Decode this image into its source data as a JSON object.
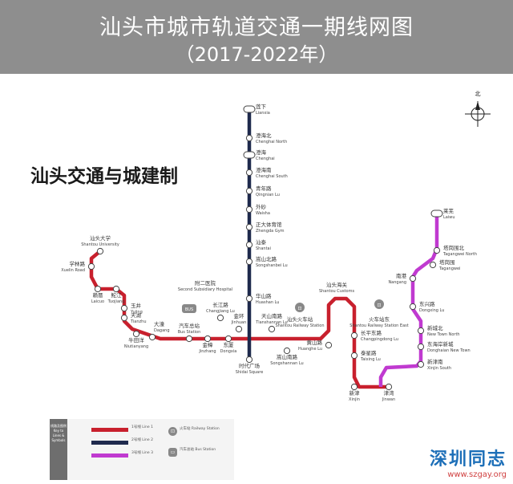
{
  "header": {
    "title": "汕头市城市轨道交通一期线网图",
    "subtitle": "（2017-2022年）"
  },
  "brand_text": "汕头交通与城建制",
  "compass": {
    "label": "北"
  },
  "colors": {
    "line1": "#1f2a4d",
    "line2": "#c8202d",
    "line3": "#c03ad0",
    "header": "#8e8e8e"
  },
  "stations": [
    {
      "id": "lianxia",
      "zh": "莲下",
      "en": "Lianxia"
    },
    {
      "id": "chenghai_north",
      "zh": "澄海北",
      "en": "Chenghai North"
    },
    {
      "id": "chenghai",
      "zh": "澄海",
      "en": "Chenghai"
    },
    {
      "id": "chenghai_south",
      "zh": "澄海南",
      "en": "Chenghai South"
    },
    {
      "id": "qingnian",
      "zh": "青年路",
      "en": "Qingnian Lu"
    },
    {
      "id": "waisha",
      "zh": "外砂",
      "en": "Waisha"
    },
    {
      "id": "zhengda",
      "zh": "正大体育馆",
      "en": "Zhengda Gym"
    },
    {
      "id": "shantai",
      "zh": "汕泰",
      "en": "Shantai"
    },
    {
      "id": "songshanbei",
      "zh": "嵩山北路",
      "en": "Songshanbei Lu"
    },
    {
      "id": "huashan",
      "zh": "华山路",
      "en": "Huashan Lu"
    },
    {
      "id": "shantou_univ",
      "zh": "汕头大学",
      "en": "Shantou University"
    },
    {
      "id": "xuelin",
      "zh": "学林路",
      "en": "Xuelin Road"
    },
    {
      "id": "laicuo",
      "zh": "赖厝",
      "en": "Laicuo"
    },
    {
      "id": "tuojiang",
      "zh": "鮀江",
      "en": "Tuojiang"
    },
    {
      "id": "yujing",
      "zh": "玉井",
      "en": "Yujing"
    },
    {
      "id": "tianzhu",
      "zh": "天湖",
      "en": "Tianzhu"
    },
    {
      "id": "niutianyang",
      "zh": "牛田洋",
      "en": "Niutianyang"
    },
    {
      "id": "dahao",
      "zh": "大濠",
      "en": "Dagang"
    },
    {
      "id": "bus_station",
      "zh": "汽车总站",
      "en": "Bus Station"
    },
    {
      "id": "jinzhang",
      "zh": "金樟",
      "en": "Jinzhang"
    },
    {
      "id": "dongxia",
      "zh": "东厦",
      "en": "Dongxia"
    },
    {
      "id": "second_hospital",
      "zh": "附二医院",
      "en": "Second Subsidiary Hospital"
    },
    {
      "id": "changjiang",
      "zh": "长江路",
      "en": "Changjiang Lu"
    },
    {
      "id": "jinhuan",
      "zh": "金环",
      "en": "Jinhuan"
    },
    {
      "id": "tianshannan",
      "zh": "天山南路",
      "en": "Tianshannan Lu"
    },
    {
      "id": "songshannan",
      "zh": "嵩山南路",
      "en": "Songshannan Lu"
    },
    {
      "id": "shidai",
      "zh": "时代广场",
      "en": "Shidai Square"
    },
    {
      "id": "railway_station",
      "zh": "汕头火车站",
      "en": "Shantou Railway Station"
    },
    {
      "id": "huanghe",
      "zh": "黄山路",
      "en": "Huanghe Lu"
    },
    {
      "id": "customs",
      "zh": "汕头海关",
      "en": "Shantou Customs"
    },
    {
      "id": "railway_east",
      "zh": "火车站东",
      "en": "Shantou Railway Station East"
    },
    {
      "id": "changping_east",
      "zh": "长平东路",
      "en": "Changpingdong Lu"
    },
    {
      "id": "taixing",
      "zh": "泰星路",
      "en": "Taixing Lu"
    },
    {
      "id": "xinjin",
      "zh": "新津",
      "en": "Xinjin"
    },
    {
      "id": "jinwan",
      "zh": "津湾",
      "en": "Jinwan"
    },
    {
      "id": "laiwu",
      "zh": "莱芜",
      "en": "Laiwu"
    },
    {
      "id": "tagang_north",
      "zh": "塔岗围北",
      "en": "Tagangwei North"
    },
    {
      "id": "tagang",
      "zh": "塔岗围",
      "en": "Tagangwei"
    },
    {
      "id": "nangang",
      "zh": "南港",
      "en": "Nangang"
    },
    {
      "id": "dongxing",
      "zh": "东兴路",
      "en": "Dongxing Lu"
    },
    {
      "id": "newtown_north",
      "zh": "新城北",
      "en": "New Town North"
    },
    {
      "id": "donghai_newtown",
      "zh": "东海岸新城",
      "en": "Donghaian New Town"
    },
    {
      "id": "xinjin_south",
      "zh": "新津南",
      "en": "Xinjin South"
    }
  ],
  "legend": {
    "side_label": "线路及图例 Key to Lines & Symbols",
    "line1": "1号线 Line 1",
    "line2": "2号线 Line 2",
    "line3": "3号线 Line 3",
    "railway": "火车站 Railway Station",
    "bus": "汽车总站 Bus Station"
  },
  "watermark": {
    "title": "深圳同志",
    "url": "www.szgay.org"
  }
}
